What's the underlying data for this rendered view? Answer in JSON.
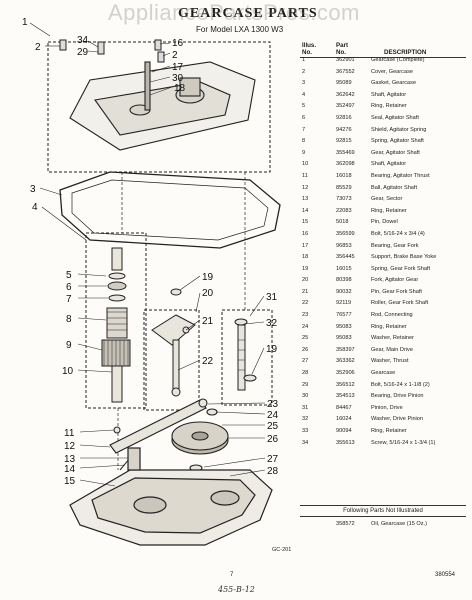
{
  "watermark": "AppliancePartsPros.com",
  "title": "GEARCASE PARTS",
  "subtitle": "For Model LXA 1300 W3",
  "table": {
    "headers": {
      "illus_no": "Illus.\nNo.",
      "part_no": "Part\nNo.",
      "description": "DESCRIPTION"
    },
    "rows": [
      {
        "no": "1",
        "part": "362901",
        "desc": "Gearcase (Complete)"
      },
      {
        "no": "2",
        "part": "367552",
        "desc": "Cover, Gearcase"
      },
      {
        "no": "3",
        "part": "95089",
        "desc": "Gasket, Gearcase"
      },
      {
        "no": "4",
        "part": "362642",
        "desc": "Shaft, Agitator"
      },
      {
        "no": "5",
        "part": "352497",
        "desc": "Ring, Retainer"
      },
      {
        "no": "6",
        "part": "92816",
        "desc": "Seal, Agitator Shaft"
      },
      {
        "no": "7",
        "part": "94276",
        "desc": "Shield, Agitator Spring"
      },
      {
        "no": "8",
        "part": "92815",
        "desc": "Spring, Agitator Shaft"
      },
      {
        "no": "9",
        "part": "355469",
        "desc": "Gear, Agitator Shaft"
      },
      {
        "no": "10",
        "part": "362098",
        "desc": "Shaft, Agitator"
      },
      {
        "no": "11",
        "part": "16018",
        "desc": "Bearing, Agitator Thrust"
      },
      {
        "no": "12",
        "part": "85529",
        "desc": "Ball, Agitator Shaft"
      },
      {
        "no": "13",
        "part": "73073",
        "desc": "Gear, Sector"
      },
      {
        "no": "14",
        "part": "22083",
        "desc": "Ring, Retainer"
      },
      {
        "no": "15",
        "part": "5018",
        "desc": "Pin, Dowel"
      },
      {
        "no": "16",
        "part": "356599",
        "desc": "Bolt, 5/16-24 x 3/4 (4)"
      },
      {
        "no": "17",
        "part": "96853",
        "desc": "Bearing, Gear Fork"
      },
      {
        "no": "18",
        "part": "356445",
        "desc": "Support, Brake Base Yoke"
      },
      {
        "no": "19",
        "part": "16015",
        "desc": "Spring, Gear Fork Shaft"
      },
      {
        "no": "20",
        "part": "80398",
        "desc": "Fork, Agitator Gear"
      },
      {
        "no": "21",
        "part": "90032",
        "desc": "Pin, Gear Fork Shaft"
      },
      {
        "no": "22",
        "part": "92119",
        "desc": "Roller, Gear Fork Shaft"
      },
      {
        "no": "23",
        "part": "76577",
        "desc": "Rod, Connecting"
      },
      {
        "no": "24",
        "part": "95083",
        "desc": "Ring, Retainer"
      },
      {
        "no": "25",
        "part": "95083",
        "desc": "Washer, Retainer"
      },
      {
        "no": "26",
        "part": "358397",
        "desc": "Gear, Main Drive"
      },
      {
        "no": "27",
        "part": "363362",
        "desc": "Washer, Thrust"
      },
      {
        "no": "28",
        "part": "352906",
        "desc": "Gearcase"
      },
      {
        "no": "29",
        "part": "356512",
        "desc": "Bolt, 5/16-24 x 1-1/8 (2)"
      },
      {
        "no": "30",
        "part": "354513",
        "desc": "Bearing, Drive Pinion"
      },
      {
        "no": "31",
        "part": "84467",
        "desc": "Pinion, Drive"
      },
      {
        "no": "32",
        "part": "16024",
        "desc": "Washer, Drive Pinion"
      },
      {
        "no": "33",
        "part": "90094",
        "desc": "Ring, Retainer"
      },
      {
        "no": "34",
        "part": "355613",
        "desc": "Screw, 5/16-24 x 1-3/4 (1)"
      }
    ],
    "following_label": "Following Parts Not Illustrated",
    "extra_rows": [
      {
        "part": "358572",
        "desc": "Oil, Gearcase (15 Oz.)"
      }
    ]
  },
  "callouts": {
    "n1": "1",
    "n2": "2",
    "n3": "3",
    "n4": "4",
    "n5": "5",
    "n6": "6",
    "n7": "7",
    "n8": "8",
    "n9": "9",
    "n10": "10",
    "n11": "11",
    "n12": "12",
    "n13": "13",
    "n14": "14",
    "n15": "15",
    "n16": "16",
    "n17": "17",
    "n18": "18",
    "n19": "19",
    "n20": "20",
    "n21": "21",
    "n22": "22",
    "n23": "23",
    "n24": "24",
    "n25": "25",
    "n26": "26",
    "n27": "27",
    "n28": "28",
    "n29": "29",
    "n30": "30",
    "n31": "31",
    "n32": "32",
    "n34": "34"
  },
  "diagram_code": "GC-201",
  "page_number": "7",
  "date_code": "380554",
  "handwritten_note": "455-B-12"
}
